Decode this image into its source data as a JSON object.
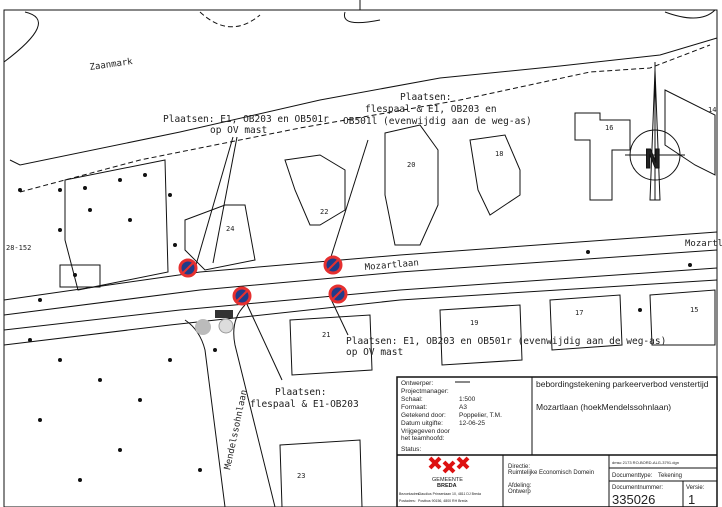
{
  "map": {
    "street_labels": [
      "Zaanmark",
      "Mozartlaan",
      "Mozartl",
      "Mendelssohnlaan"
    ],
    "house_numbers": [
      "14",
      "16",
      "18",
      "20",
      "22",
      "24",
      "28-152",
      "21",
      "19",
      "17",
      "15",
      "23"
    ],
    "north_arrow": "N",
    "annotations": [
      {
        "lines": [
          "Plaatsen: E1, OB203 en OB501r",
          "op OV mast"
        ]
      },
      {
        "lines": [
          "Plaatsen:",
          "flespaal & E1, OB203 en",
          "OB501l (evenwijdig aan de weg-as)"
        ]
      },
      {
        "lines": [
          "Plaatsen: E1, OB203 en OB501r (evenwijdig aan de weg-as)",
          "op OV mast"
        ]
      },
      {
        "lines": [
          "Plaatsen:",
          "flespaal & E1-OB203"
        ]
      }
    ],
    "sign_color_red": "#e53030",
    "sign_color_blue": "#1f3c8a"
  },
  "title_block": {
    "fields": [
      {
        "label": "Ontwerper:",
        "value": ""
      },
      {
        "label": "Projectmanager:",
        "value": ""
      },
      {
        "label": "Schaal:",
        "value": "1:500"
      },
      {
        "label": "Formaat:",
        "value": "A3"
      },
      {
        "label": "Getekend door:",
        "value": "Poppelier, T.M."
      },
      {
        "label": "Datum uitgifte:",
        "value": "12-06-25"
      },
      {
        "label": "Vrijgegeven door",
        "value": ""
      },
      {
        "label": "het teamhoofd:",
        "value": ""
      },
      {
        "label": "Status:",
        "value": ""
      }
    ],
    "title": "bebordingstekening parkeerverbod venstertijd",
    "subtitle": "Mozartlaan (hoekMendelssohnlaan)",
    "logo": {
      "line1": "GEMEENTE",
      "line2": "BREDA"
    },
    "address_label1": "Bezoekadres:",
    "address_value1": "Claudius Prinsenlaan 10, 4811 DJ Breda",
    "address_label2": "Postadres:",
    "address_value2": "Postbus 90156, 4800 RH Breda",
    "directie_label": "Directie:",
    "directie_value": "Ruimtelijke Economisch Domein",
    "afdeling_label": "Afdeling:",
    "afdeling_value": "Ontwerp",
    "file_info": "dmsc 2173    RO-BORD-ALG-3791.dgn",
    "doctype_label": "Documenttype:",
    "doctype_value": "Tekening",
    "docnum_label": "Documentnummer:",
    "docnum_value": "335026",
    "version_label": "Versie:",
    "version_value": "1"
  }
}
